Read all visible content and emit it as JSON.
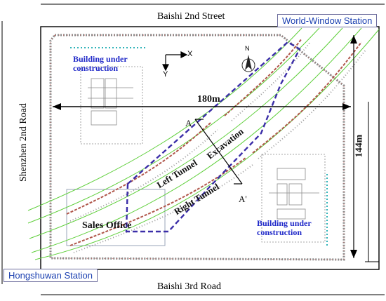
{
  "streets": {
    "top": "Baishi 2nd Street",
    "bottom": "Baishi 3rd Road",
    "left": "Shenzhen 2nd Road"
  },
  "stations": {
    "world_window": "World-Window Station",
    "hongshuwan": "Hongshuwan Station"
  },
  "buildings": {
    "upper_left": "Building under construction",
    "lower_right": "Building under construction"
  },
  "dimensions": {
    "width": "180m",
    "height": "144m"
  },
  "labels": {
    "excavation": "Excavation",
    "left_tunnel": "Left Tunnel",
    "right_tunnel": "Right Tunnel",
    "sales_office": "Sales Office",
    "section_a": "A",
    "section_a_prime": "A'"
  },
  "axes": {
    "x": "X",
    "y": "Y",
    "north": "N"
  },
  "colors": {
    "tunnel_green": "#5ecf3a",
    "tunnel_red": "#b0564a",
    "excavation_purple": "#3b2ea8",
    "station_text": "#1a3fb0",
    "building_text": "#1f28c8",
    "dotted_teal": "#2fb3b8"
  }
}
